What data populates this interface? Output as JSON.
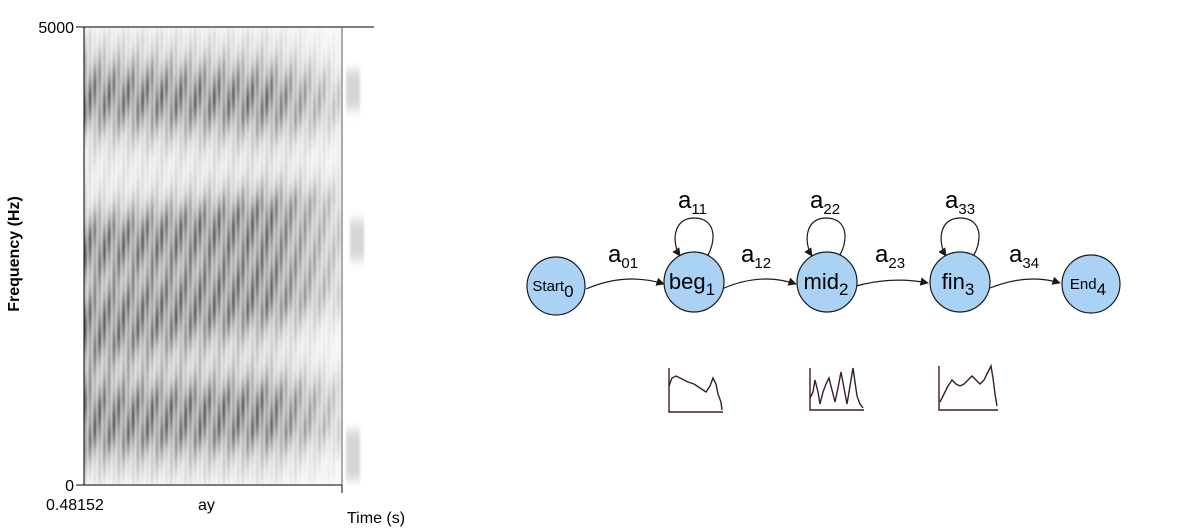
{
  "spectrogram": {
    "y_axis_label": "Frequency (Hz)",
    "y_max_label": "5000",
    "y_min_label": "0",
    "x_start_label": "0.48152",
    "segment_label": "ay",
    "x_axis_label": "Time (s)"
  },
  "hmm": {
    "states": [
      {
        "id": "start",
        "base": "Start",
        "sub": "0"
      },
      {
        "id": "beg",
        "base": "beg",
        "sub": "1"
      },
      {
        "id": "mid",
        "base": "mid",
        "sub": "2"
      },
      {
        "id": "fin",
        "base": "fin",
        "sub": "3"
      },
      {
        "id": "end",
        "base": "End",
        "sub": "4"
      }
    ],
    "transitions": [
      {
        "base": "a",
        "sub": "01"
      },
      {
        "base": "a",
        "sub": "12"
      },
      {
        "base": "a",
        "sub": "23"
      },
      {
        "base": "a",
        "sub": "34"
      }
    ],
    "self_loops": [
      {
        "base": "a",
        "sub": "11"
      },
      {
        "base": "a",
        "sub": "22"
      },
      {
        "base": "a",
        "sub": "33"
      }
    ],
    "colors": {
      "state_fill": "#a9d2f5",
      "state_stroke": "#1a1a1a",
      "edge": "#1a1a1a",
      "emission_curve": "#3d1a33"
    }
  }
}
